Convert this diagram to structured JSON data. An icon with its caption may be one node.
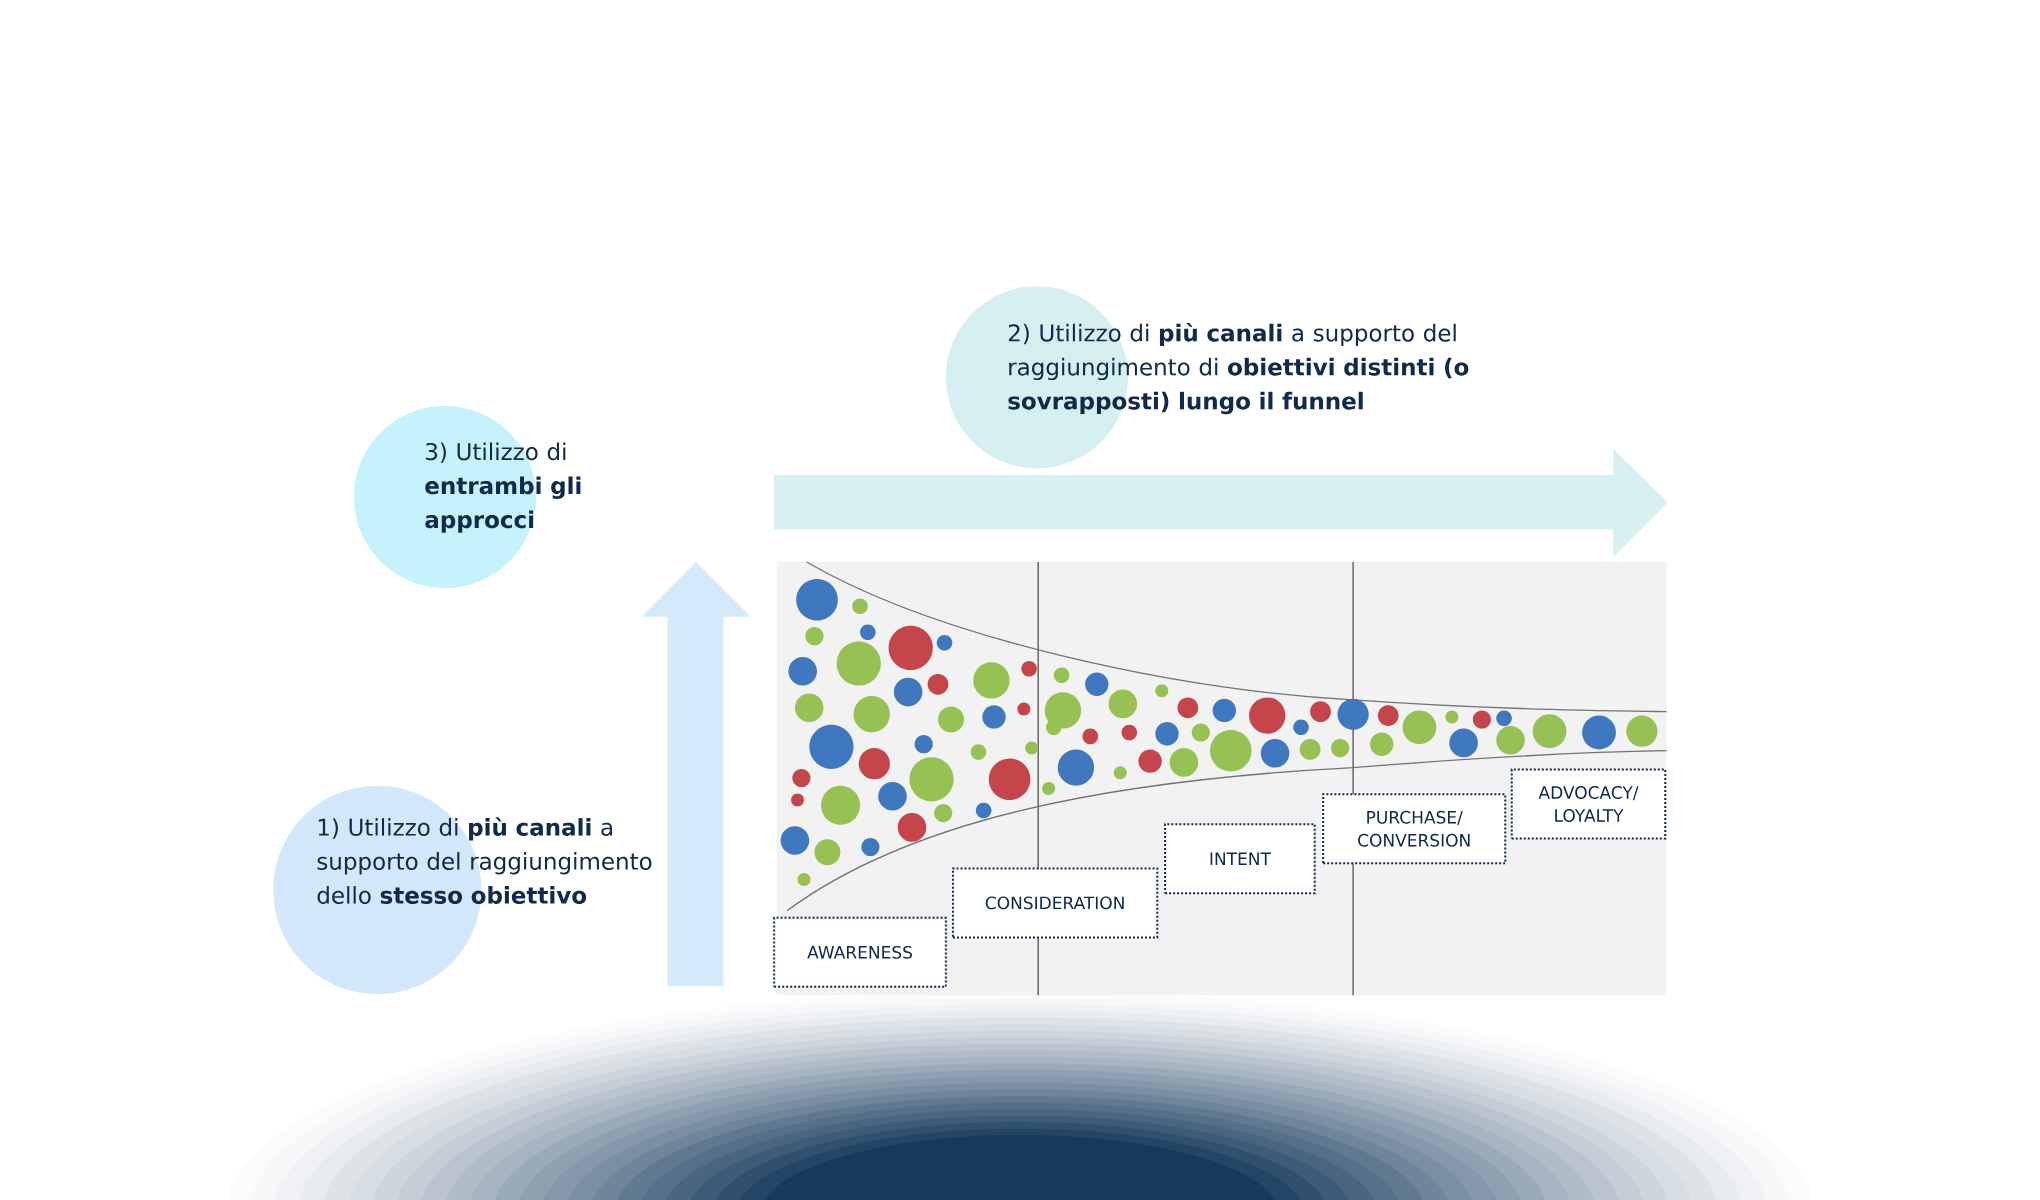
{
  "diagram": {
    "nodes": [
      {
        "text": [
          "2) Utilizzo di **più canali** a supporto del raggiungimento di **obiettivi distinti (o sovrapposti) lungo il funnel**"
        ]
      },
      {
        "text": [
          "3) Utilizzo di **entrambi gli approcci**"
        ]
      },
      {
        "text": [
          "1) Utilizzo di **più canali** a supporto del raggiungimento dello **stesso obiettivo**"
        ]
      },
      {
        "text": [
          "ADVOCACY/ LOYALTY"
        ]
      },
      {
        "text": [
          "PURCHASE/ CONVERSION"
        ]
      },
      {
        "text": [
          "INTENT"
        ]
      },
      {
        "text": [
          "CONSIDERATION"
        ]
      },
      {
        "text": [
          "AWARENESS"
        ]
      }
    ]
  }
}
